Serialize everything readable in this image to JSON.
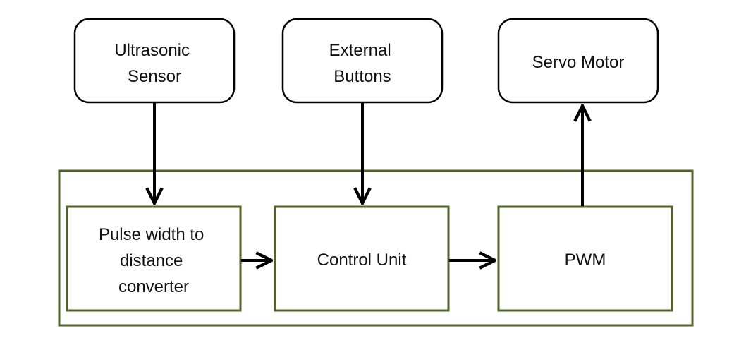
{
  "colors": {
    "box_border": "#000000",
    "container_border": "#4f6228",
    "inner_box_border": "#4f6228",
    "arrow": "#000000",
    "text": "#111111",
    "background": "#ffffff"
  },
  "external_nodes": {
    "ultrasonic_sensor": {
      "lines": [
        "Ultrasonic",
        "Sensor"
      ]
    },
    "external_buttons": {
      "lines": [
        "External",
        "Buttons"
      ]
    },
    "servo_motor": {
      "lines": [
        "Servo Motor"
      ]
    }
  },
  "internal_nodes": {
    "pulse_converter": {
      "lines": [
        "Pulse width to",
        "distance",
        "converter"
      ]
    },
    "control_unit": {
      "lines": [
        "Control Unit"
      ]
    },
    "pwm": {
      "lines": [
        "PWM"
      ]
    }
  },
  "edges": [
    {
      "from": "Ultrasonic Sensor",
      "to": "Pulse width to distance converter"
    },
    {
      "from": "External Buttons",
      "to": "Control Unit"
    },
    {
      "from": "Pulse width to distance converter",
      "to": "Control Unit"
    },
    {
      "from": "Control Unit",
      "to": "PWM"
    },
    {
      "from": "PWM",
      "to": "Servo Motor"
    }
  ]
}
